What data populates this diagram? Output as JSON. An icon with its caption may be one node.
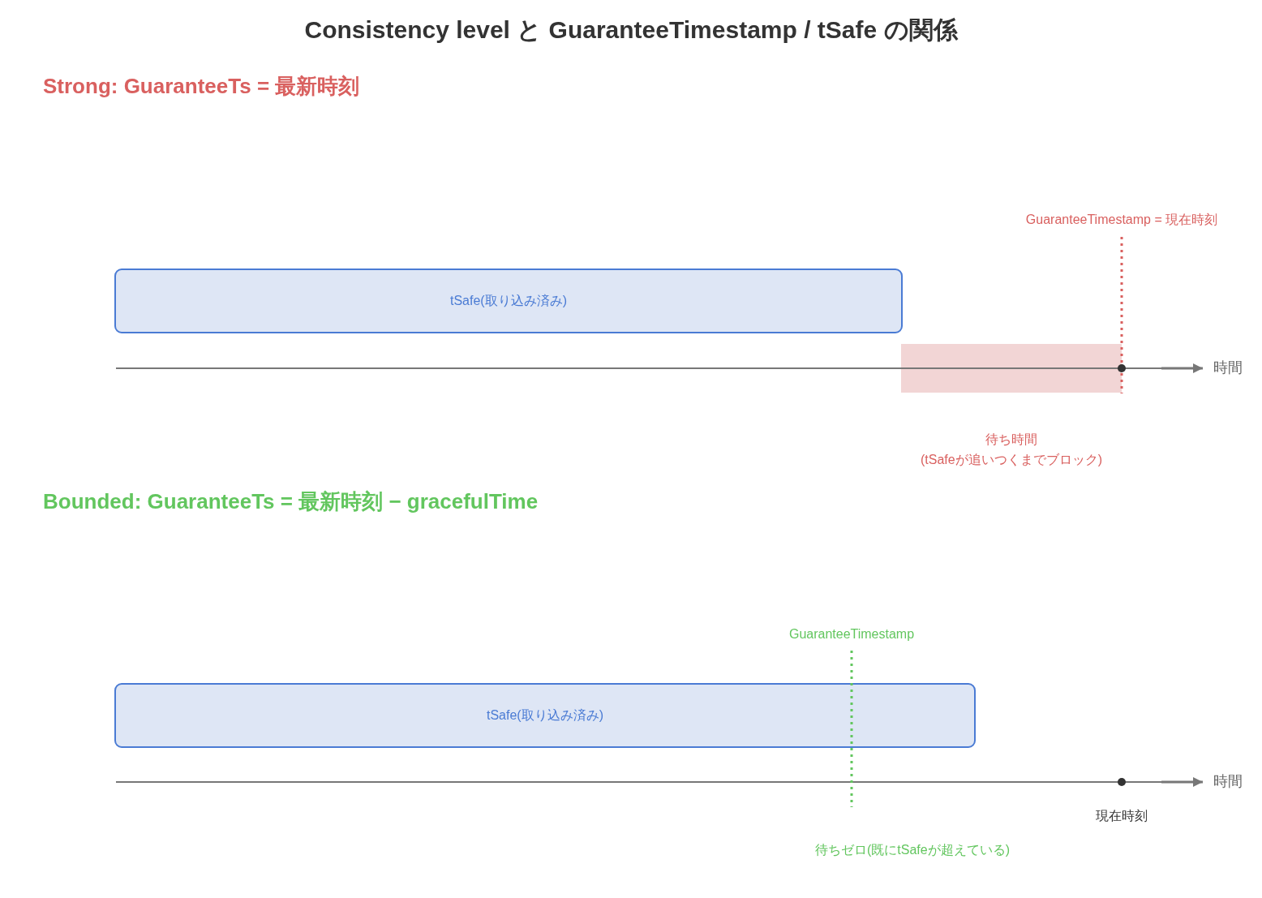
{
  "diagram": {
    "title": "Consistency level と GuaranteeTimestamp / tSafe の関係",
    "nodes": [
      {
        "text": [
          "tSafe(取り込み済み)"
        ]
      },
      {
        "text": [],
        "shape": "box",
        "beside": [
          "待ち時間",
          "(tSafeが追いつくまでブロック)"
        ]
      },
      {
        "text": [
          "tSafe(取り込み済み)"
        ]
      }
    ],
    "labels": [
      "Strong: GuaranteeTs = 最新時刻",
      "GuaranteeTimestamp = 現在時刻",
      "時間",
      "Bounded: GuaranteeTs = 最新時刻 − gracefulTime",
      "GuaranteeTimestamp",
      "時間",
      "現在時刻",
      "待ちゼロ(既にtSafeが超えている)"
    ]
  }
}
